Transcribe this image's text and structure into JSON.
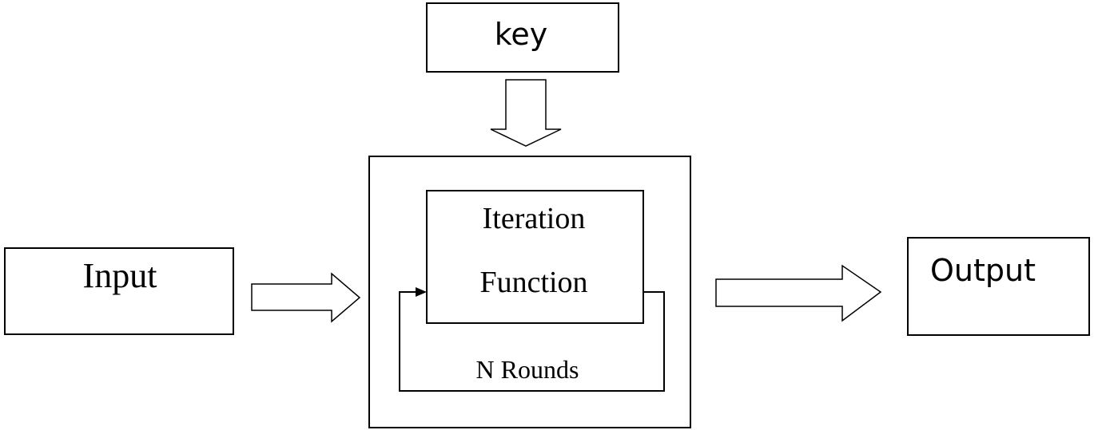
{
  "diagram": {
    "key_label": "key",
    "input_label": "Input",
    "output_label": "Output",
    "iteration_line1": "Iteration",
    "iteration_line2": "Function",
    "rounds_label": "N Rounds"
  }
}
